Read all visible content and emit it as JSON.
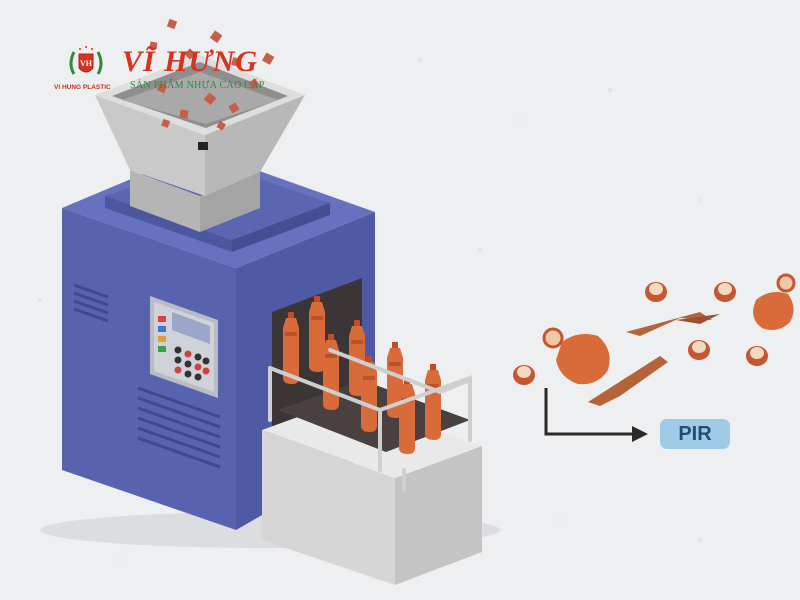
{
  "logo": {
    "seal_text": "VH",
    "brand_name": "VĨ HƯNG",
    "tagline": "SẢN PHẨM NHỰA CAO CẤP",
    "company_name": "VI HUNG PLASTIC"
  },
  "output_label": "PIR",
  "colors": {
    "background": "#eeeff1",
    "machine_body": "#5b68b4",
    "machine_top": "#6471bd",
    "hopper": "#c9c9c9",
    "bottle": "#d96a3a",
    "conveyor": "#4a4040",
    "brand_red": "#d8331f",
    "tagline_green": "#2f8a3a",
    "label_bg": "#9ecbe6",
    "label_text": "#1f4f78",
    "arrow": "#2a2a2a"
  },
  "icons": [
    "laurel-seal-icon",
    "control-panel-icon",
    "bottle-icon",
    "bottle-fragment-icon",
    "arrow-icon"
  ]
}
